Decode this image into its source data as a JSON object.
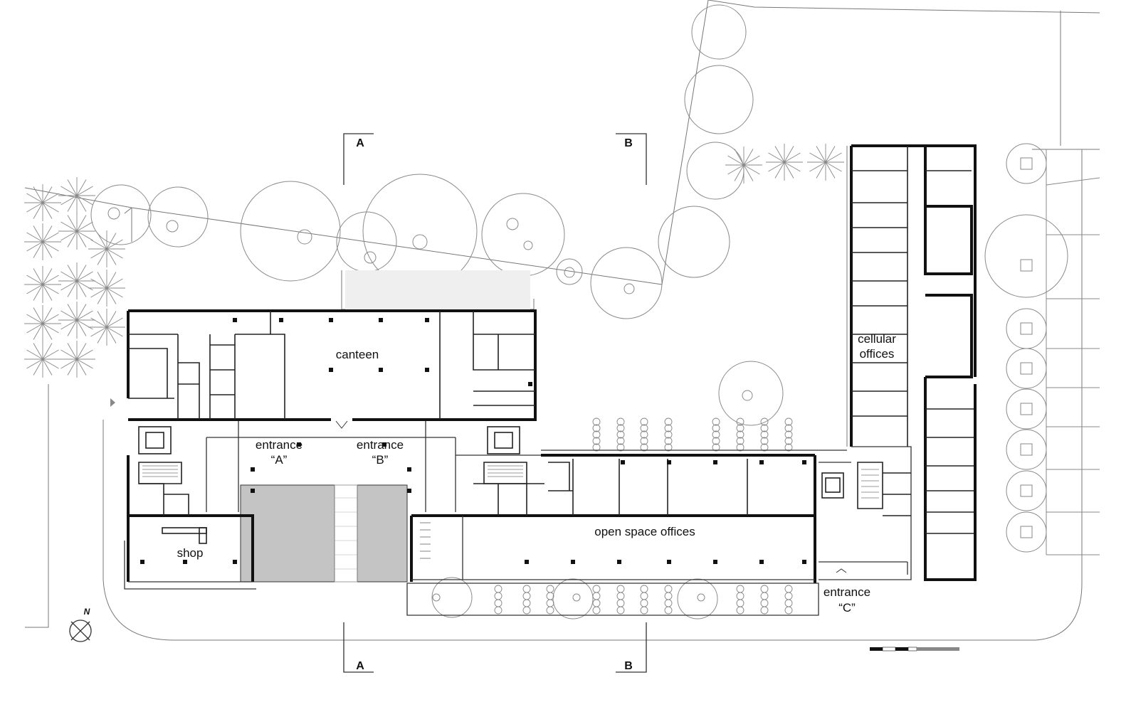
{
  "rooms": {
    "canteen": "canteen",
    "entrance_a_line1": "entrance",
    "entrance_a_line2": "“A”",
    "entrance_b_line1": "entrance",
    "entrance_b_line2": "“B”",
    "entrance_c_line1": "entrance",
    "entrance_c_line2": "“C”",
    "shop": "shop",
    "open_space_offices": "open space offices",
    "cellular_line1": "cellular",
    "cellular_line2": "offices"
  },
  "sections": {
    "a": "A",
    "b": "B"
  },
  "north_arrow": {
    "label": "N"
  },
  "colors": {
    "paved_area": "#c4c4c4",
    "walls": "#111111",
    "site_lines": "#8a8a8a"
  }
}
